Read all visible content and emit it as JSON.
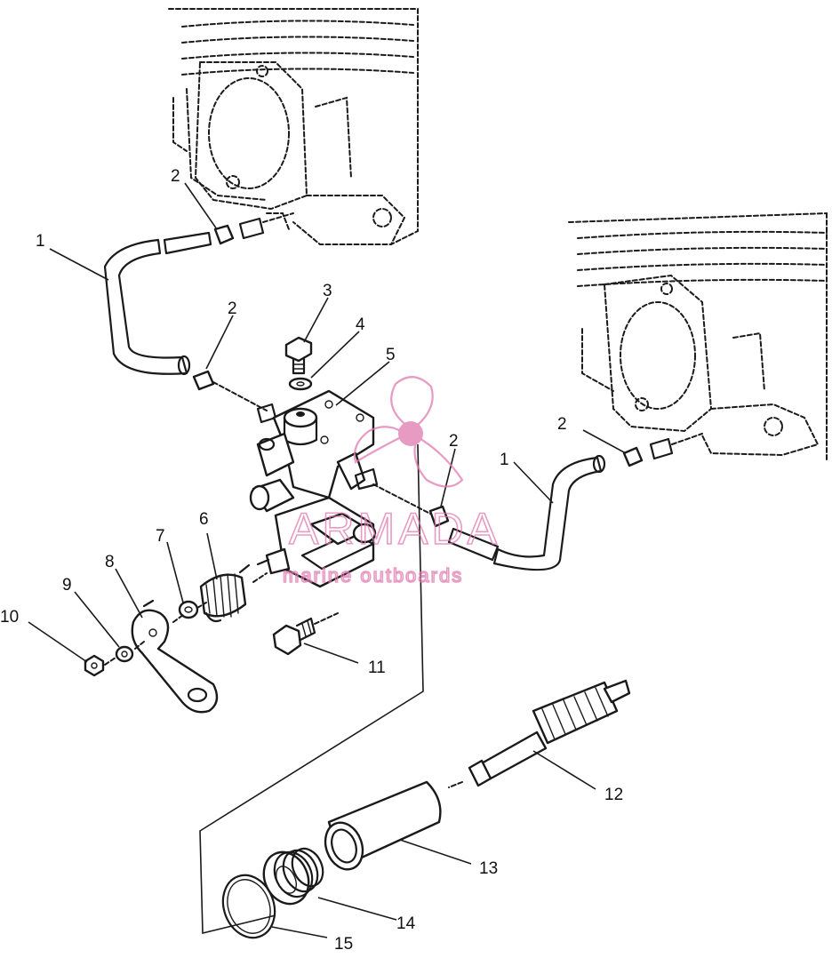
{
  "diagram": {
    "callouts": [
      {
        "id": "c1a",
        "text": "1"
      },
      {
        "id": "c2a",
        "text": "2"
      },
      {
        "id": "c2b",
        "text": "2"
      },
      {
        "id": "c3",
        "text": "3"
      },
      {
        "id": "c4",
        "text": "4"
      },
      {
        "id": "c5",
        "text": "5"
      },
      {
        "id": "c2c",
        "text": "2"
      },
      {
        "id": "c1b",
        "text": "1"
      },
      {
        "id": "c2d",
        "text": "2"
      },
      {
        "id": "c6",
        "text": "6"
      },
      {
        "id": "c7",
        "text": "7"
      },
      {
        "id": "c8",
        "text": "8"
      },
      {
        "id": "c9",
        "text": "9"
      },
      {
        "id": "c10",
        "text": "10"
      },
      {
        "id": "c11",
        "text": "11"
      },
      {
        "id": "c12",
        "text": "12"
      },
      {
        "id": "c13",
        "text": "13"
      },
      {
        "id": "c14",
        "text": "14"
      },
      {
        "id": "c15",
        "text": "15"
      }
    ]
  },
  "watermark": {
    "brand": "ARMADA",
    "tagline": "marine outboards",
    "color": "#e07ab0"
  }
}
